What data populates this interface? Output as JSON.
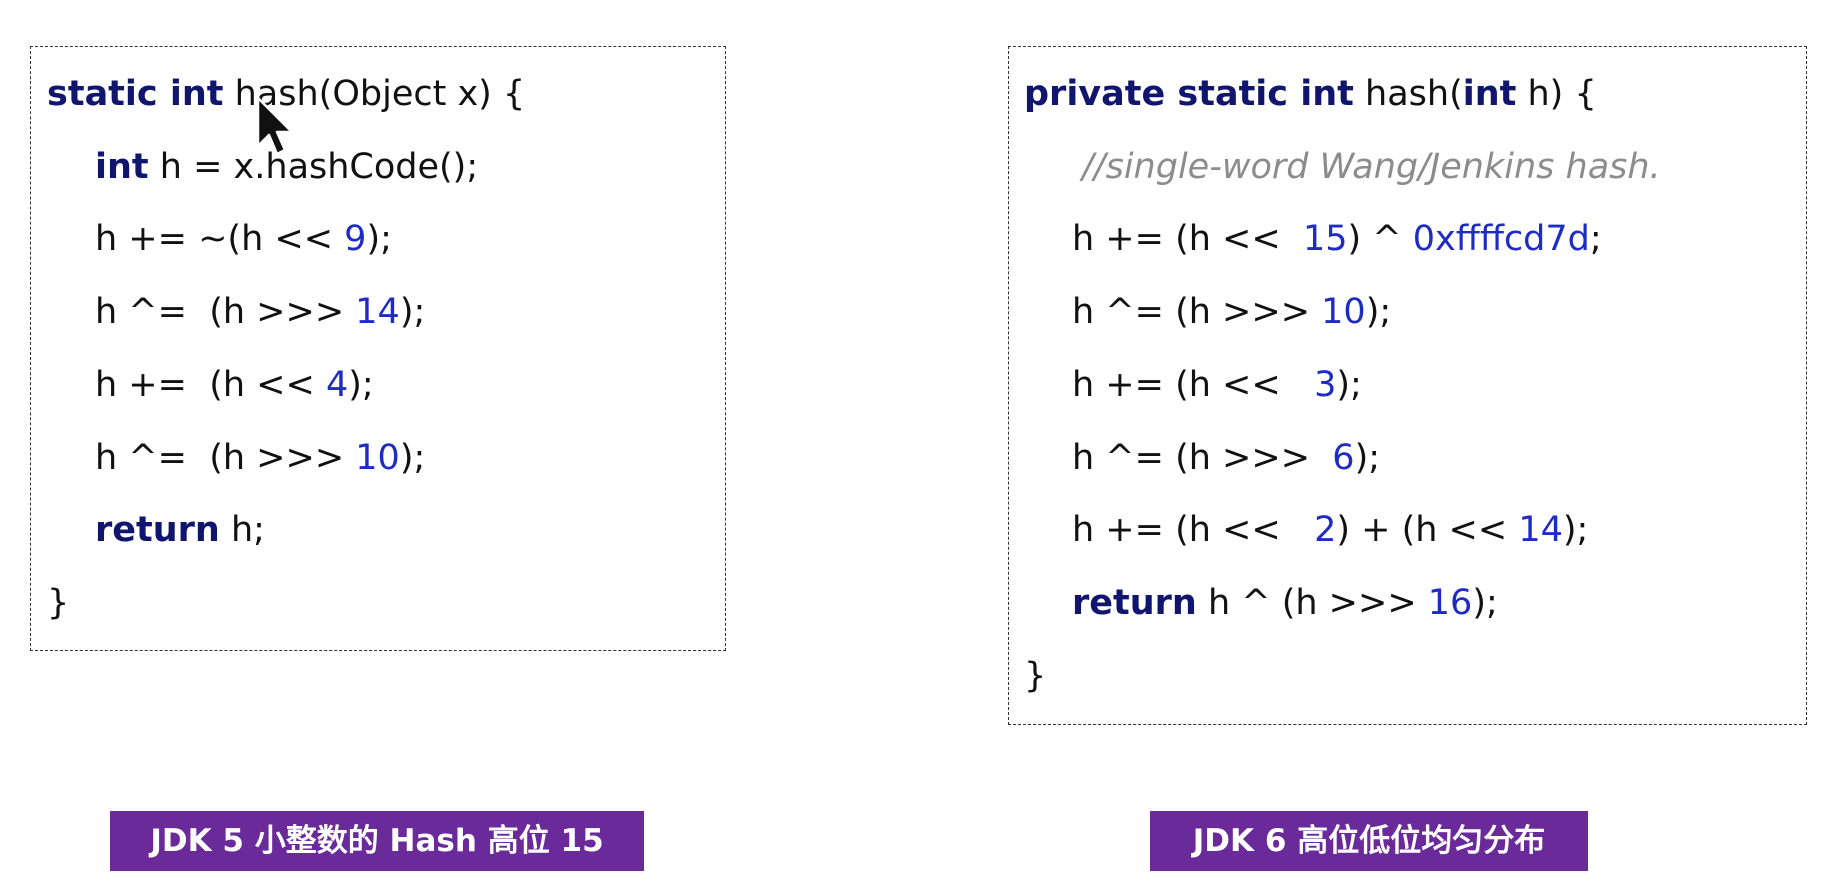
{
  "left_panel": {
    "lines": [
      [
        {
          "t": "static int",
          "c": "kw"
        },
        {
          "t": " hash(Object x) {",
          "c": "txt"
        }
      ],
      [
        {
          "t": "int",
          "c": "kw"
        },
        {
          "t": " h = x.hashCode();",
          "c": "txt"
        }
      ],
      [
        {
          "t": "h += ~(h << ",
          "c": "txt"
        },
        {
          "t": "9",
          "c": "num"
        },
        {
          "t": ");",
          "c": "txt"
        }
      ],
      [
        {
          "t": "h ^=  (h >>> ",
          "c": "txt"
        },
        {
          "t": "14",
          "c": "num"
        },
        {
          "t": ");",
          "c": "txt"
        }
      ],
      [
        {
          "t": "h +=  (h << ",
          "c": "txt"
        },
        {
          "t": "4",
          "c": "num"
        },
        {
          "t": ");",
          "c": "txt"
        }
      ],
      [
        {
          "t": "h ^=  (h >>> ",
          "c": "txt"
        },
        {
          "t": "10",
          "c": "num"
        },
        {
          "t": ");",
          "c": "txt"
        }
      ],
      [
        {
          "t": "return",
          "c": "kw"
        },
        {
          "t": " h;",
          "c": "txt"
        }
      ],
      [
        {
          "t": "}",
          "c": "txt"
        }
      ]
    ],
    "caption": "JDK 5 小整数的 Hash 高位 15"
  },
  "right_panel": {
    "lines": [
      [
        {
          "t": "private static int",
          "c": "kw"
        },
        {
          "t": " hash(",
          "c": "txt"
        },
        {
          "t": "int",
          "c": "kw"
        },
        {
          "t": " h) {",
          "c": "txt"
        }
      ],
      [
        {
          "t": "//single-word Wang/Jenkins hash.",
          "c": "cm"
        }
      ],
      [
        {
          "t": "h += (h <<  ",
          "c": "txt"
        },
        {
          "t": "15",
          "c": "num"
        },
        {
          "t": ") ^ ",
          "c": "txt"
        },
        {
          "t": "0xffffcd7d",
          "c": "num"
        },
        {
          "t": ";",
          "c": "txt"
        }
      ],
      [
        {
          "t": "h ^= (h >>> ",
          "c": "txt"
        },
        {
          "t": "10",
          "c": "num"
        },
        {
          "t": ");",
          "c": "txt"
        }
      ],
      [
        {
          "t": "h += (h <<   ",
          "c": "txt"
        },
        {
          "t": "3",
          "c": "num"
        },
        {
          "t": ");",
          "c": "txt"
        }
      ],
      [
        {
          "t": "h ^= (h >>>  ",
          "c": "txt"
        },
        {
          "t": "6",
          "c": "num"
        },
        {
          "t": ");",
          "c": "txt"
        }
      ],
      [
        {
          "t": "h += (h <<   ",
          "c": "txt"
        },
        {
          "t": "2",
          "c": "num"
        },
        {
          "t": ") + (h << ",
          "c": "txt"
        },
        {
          "t": "14",
          "c": "num"
        },
        {
          "t": ");",
          "c": "txt"
        }
      ],
      [
        {
          "t": "return",
          "c": "kw"
        },
        {
          "t": " h ^ (h >>> ",
          "c": "txt"
        },
        {
          "t": "16",
          "c": "num"
        },
        {
          "t": ");",
          "c": "txt"
        }
      ],
      [
        {
          "t": "}",
          "c": "txt"
        }
      ]
    ],
    "caption": "JDK 6 高位低位均匀分布"
  },
  "colors": {
    "keyword": "#10156e",
    "number": "#1e2bc4",
    "comment": "#8c8c8c",
    "text": "#111111",
    "caption_bg": "#6a2a9a",
    "caption_text": "#ffffff"
  },
  "icons": {
    "cursor": "arrow-pointer-icon"
  }
}
